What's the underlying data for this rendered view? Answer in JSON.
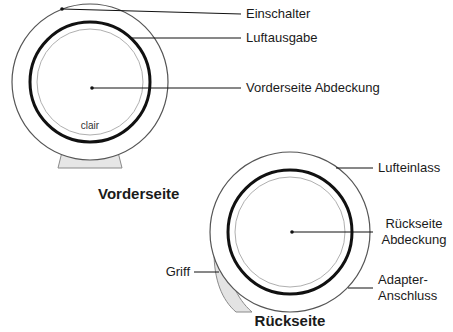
{
  "diagram": {
    "labels": [
      "Einschalter",
      "Luftausgabe",
      "Vorderseite Abdeckung",
      "clair",
      "Vorderseite",
      "Lufteinlass",
      "Rückseite Abdeckung",
      "Griff",
      "Adapter- Anschluss",
      "Rückseite"
    ]
  }
}
